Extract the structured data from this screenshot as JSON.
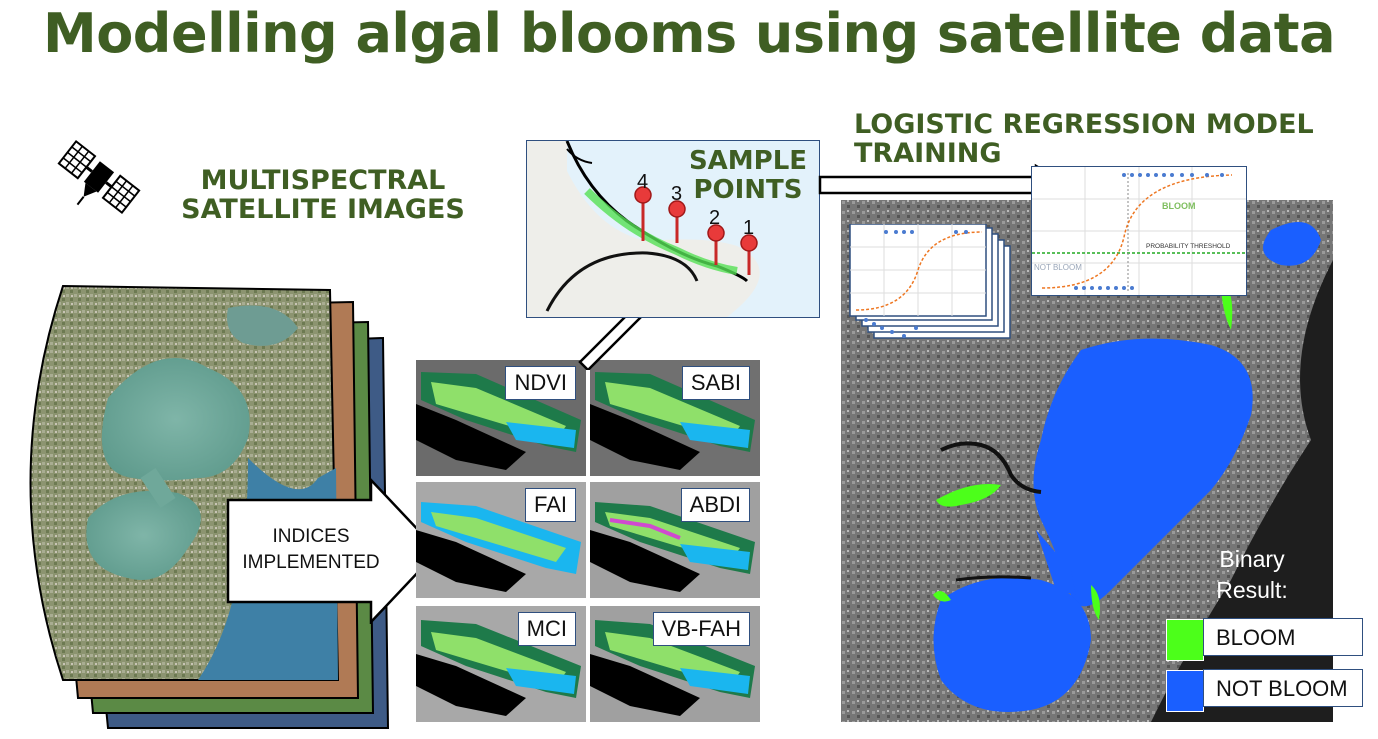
{
  "title": "Modelling algal blooms using satellite data",
  "satellite": {
    "icon": "satellite-icon",
    "label_line1": "MULTISPECTRAL",
    "label_line2": "SATELLITE IMAGES"
  },
  "indices_arrow": {
    "line1": "INDICES",
    "line2": "IMPLEMENTED"
  },
  "indices": [
    "NDVI",
    "SABI",
    "FAI",
    "ABDI",
    "MCI",
    "VB-FAH"
  ],
  "sample_points": {
    "line1": "SAMPLE",
    "line2": "POINTS",
    "pins": [
      "4",
      "3",
      "2",
      "1"
    ]
  },
  "model": {
    "title_line1": "LOGISTIC REGRESSION MODEL",
    "title_line2": "TRAINING",
    "plot_labels": {
      "bloom": "BLOOM",
      "not_bloom": "NOT BLOOM",
      "threshold": "PROBABILITY THRESHOLD"
    }
  },
  "legend": {
    "title_line1": "Binary",
    "title_line2": "Result:",
    "items": [
      {
        "label": "BLOOM",
        "color": "#4cff1a"
      },
      {
        "label": "NOT BLOOM",
        "color": "#1a5fff"
      }
    ]
  },
  "colors": {
    "title_green": "#3f5e23",
    "bloom_green": "#4cff1a",
    "water_blue": "#1a5fff",
    "frame_blue": "#2f4f7f"
  }
}
